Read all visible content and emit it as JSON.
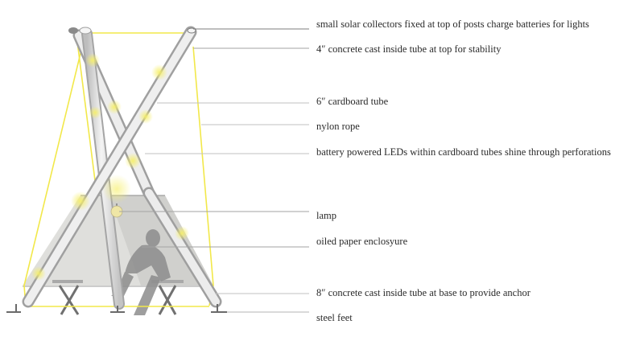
{
  "diagram": {
    "subject": "cardboard tube tripod shelter with oiled paper enclosure",
    "colors": {
      "rope": "#f2e84a",
      "tube": "#e6e6e6",
      "tube_shade": "#b9b9b9",
      "enclosure": "#cfcfcc",
      "leader_line": "#9a9a9a",
      "led_glow": "#f6ef6a",
      "figure": "#8d8d8d",
      "text": "#2a2a2a"
    },
    "labels": [
      {
        "id": "solar",
        "text": "small solar collectors fixed at top of posts charge batteries for lights"
      },
      {
        "id": "top-concrete",
        "text": "4″ concrete cast inside tube at top for stability"
      },
      {
        "id": "tube",
        "text": "6″ cardboard tube"
      },
      {
        "id": "rope",
        "text": "nylon rope"
      },
      {
        "id": "leds",
        "text": "battery powered LEDs within cardboard tubes shine through perforations"
      },
      {
        "id": "lamp",
        "text": "lamp"
      },
      {
        "id": "enclosure",
        "text": "oiled paper enclosyure"
      },
      {
        "id": "base-concrete",
        "text": "8″ concrete cast inside tube at base to provide anchor"
      },
      {
        "id": "feet",
        "text": "steel feet"
      }
    ]
  }
}
